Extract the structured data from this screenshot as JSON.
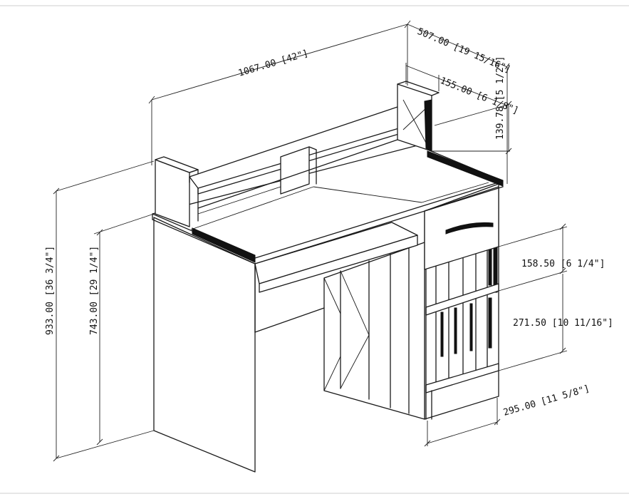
{
  "dimensions": {
    "overall_width": "1067.00 [42\"]",
    "overall_depth": "507.00 [19 15/16\"]",
    "hutch_depth": "155.00 [6 1/8\"]",
    "hutch_shelf_height": "139.78 [5 1/2\"]",
    "overall_height": "933.00 [36 3/4\"]",
    "desk_height": "743.00 [29 1/4\"]",
    "drawer_height": "158.50 [6 1/4\"]",
    "shelf_opening_height": "271.50 [10 11/16\"]",
    "cabinet_width": "295.00 [11 5/8\"]"
  }
}
